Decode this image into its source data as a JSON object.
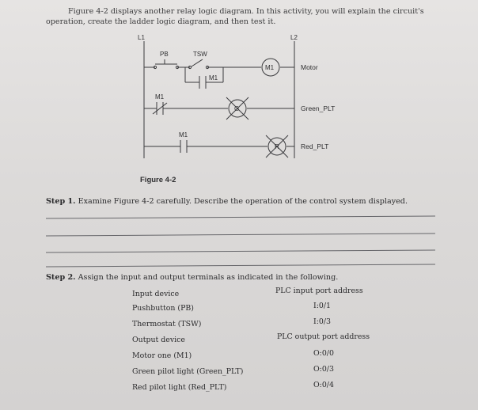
{
  "intro": {
    "line1": "Figure 4-2 displays another relay logic diagram. In this activity, you will explain the circuit's",
    "line2": "operation, create the ladder logic diagram, and then test it."
  },
  "diagram": {
    "rail_left": "L1",
    "rail_right": "L2",
    "pb": "PB",
    "tsw": "TSW",
    "m1_seal": "M1",
    "m1_coil": "M1",
    "motor": "Motor",
    "m1_nc": "M1",
    "green_lamp": "G",
    "green_label": "Green_PLT",
    "m1_no": "M1",
    "red_lamp": "R",
    "red_label": "Red_PLT"
  },
  "caption": "Figure 4-2",
  "step1": {
    "label": "Step 1.",
    "text": "Examine Figure 4-2 carefully. Describe the operation of the control system displayed."
  },
  "step2": {
    "label": "Step 2.",
    "text": "Assign the input and output terminals as indicated in the following."
  },
  "inputs": {
    "header_device": "Input device",
    "header_address": "PLC input port address",
    "rows": [
      {
        "device": "Pushbutton (PB)",
        "address": "I:0/1"
      },
      {
        "device": "Thermostat (TSW)",
        "address": "I:0/3"
      }
    ]
  },
  "outputs": {
    "header_device": "Output device",
    "header_address": "PLC output port address",
    "rows": [
      {
        "device": "Motor one (M1)",
        "address": "O:0/0"
      },
      {
        "device": "Green pilot light (Green_PLT)",
        "address": "O:0/3"
      },
      {
        "device": "Red pilot light (Red_PLT)",
        "address": "O:0/4"
      }
    ]
  }
}
